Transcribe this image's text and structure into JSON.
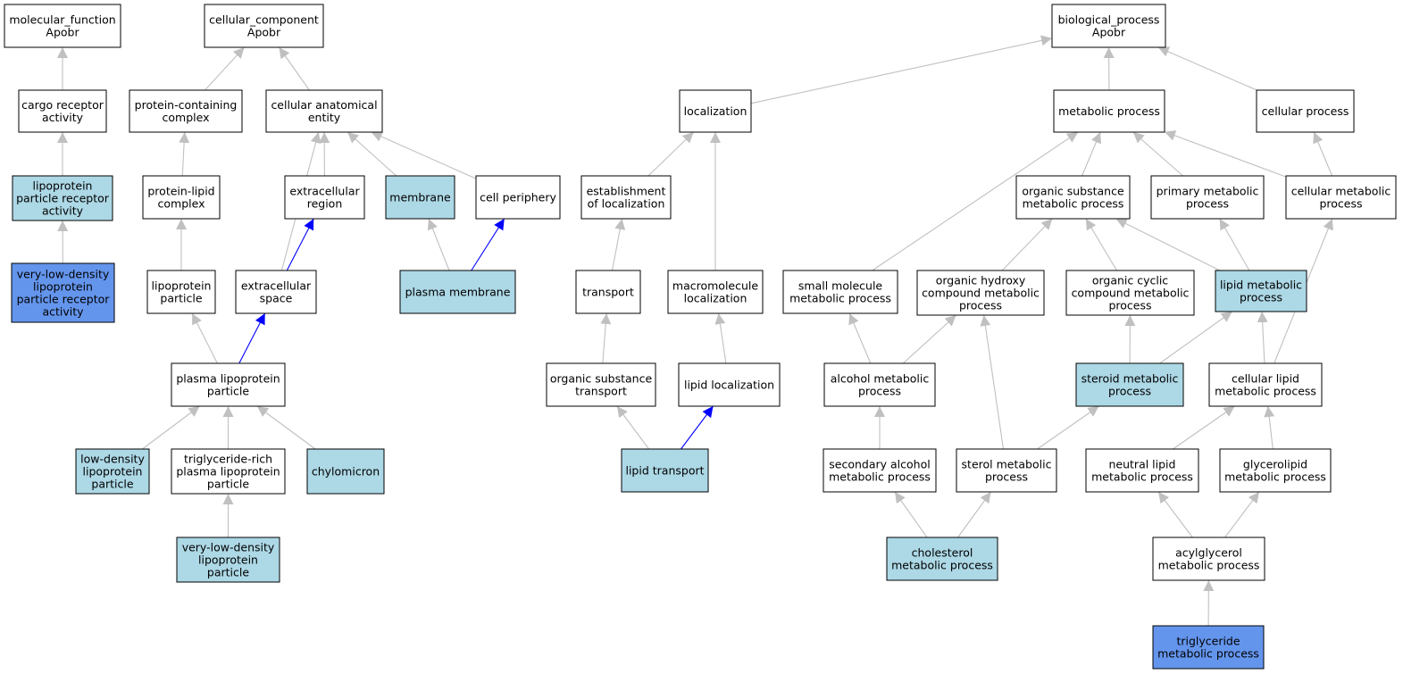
{
  "colors": {
    "plain": "#ffffff",
    "light": "#add8e6",
    "dark": "#6495ed",
    "edge_gray": "#c0c0c0",
    "edge_blue": "#0000ff"
  },
  "nodes": [
    {
      "id": "mf",
      "lines": [
        "molecular_function",
        "Apobr"
      ],
      "fill": "plain"
    },
    {
      "id": "cra",
      "lines": [
        "cargo receptor",
        "activity"
      ],
      "fill": "plain"
    },
    {
      "id": "lpra",
      "lines": [
        "lipoprotein",
        "particle receptor",
        "activity"
      ],
      "fill": "light"
    },
    {
      "id": "vldlpra",
      "lines": [
        "very-low-density",
        "lipoprotein",
        "particle receptor",
        "activity"
      ],
      "fill": "dark"
    },
    {
      "id": "cc",
      "lines": [
        "cellular_component",
        "Apobr"
      ],
      "fill": "plain"
    },
    {
      "id": "pcc",
      "lines": [
        "protein-containing",
        "complex"
      ],
      "fill": "plain"
    },
    {
      "id": "cae",
      "lines": [
        "cellular anatomical",
        "entity"
      ],
      "fill": "plain"
    },
    {
      "id": "plc",
      "lines": [
        "protein-lipid",
        "complex"
      ],
      "fill": "plain"
    },
    {
      "id": "er",
      "lines": [
        "extracellular",
        "region"
      ],
      "fill": "plain"
    },
    {
      "id": "mem",
      "lines": [
        "membrane"
      ],
      "fill": "light"
    },
    {
      "id": "cp",
      "lines": [
        "cell periphery"
      ],
      "fill": "plain"
    },
    {
      "id": "lpp",
      "lines": [
        "lipoprotein",
        "particle"
      ],
      "fill": "plain"
    },
    {
      "id": "es",
      "lines": [
        "extracellular",
        "space"
      ],
      "fill": "plain"
    },
    {
      "id": "pm",
      "lines": [
        "plasma membrane"
      ],
      "fill": "light"
    },
    {
      "id": "plpp",
      "lines": [
        "plasma lipoprotein",
        "particle"
      ],
      "fill": "plain"
    },
    {
      "id": "ldl",
      "lines": [
        "low-density",
        "lipoprotein",
        "particle"
      ],
      "fill": "light"
    },
    {
      "id": "trpl",
      "lines": [
        "triglyceride-rich",
        "plasma lipoprotein",
        "particle"
      ],
      "fill": "plain"
    },
    {
      "id": "chylo",
      "lines": [
        "chylomicron"
      ],
      "fill": "light"
    },
    {
      "id": "vldl",
      "lines": [
        "very-low-density",
        "lipoprotein",
        "particle"
      ],
      "fill": "light"
    },
    {
      "id": "bp",
      "lines": [
        "biological_process",
        "Apobr"
      ],
      "fill": "plain"
    },
    {
      "id": "loc",
      "lines": [
        "localization"
      ],
      "fill": "plain"
    },
    {
      "id": "mp",
      "lines": [
        "metabolic process"
      ],
      "fill": "plain"
    },
    {
      "id": "cellp",
      "lines": [
        "cellular process"
      ],
      "fill": "plain"
    },
    {
      "id": "eol",
      "lines": [
        "establishment",
        "of localization"
      ],
      "fill": "plain"
    },
    {
      "id": "osmp",
      "lines": [
        "organic substance",
        "metabolic process"
      ],
      "fill": "plain"
    },
    {
      "id": "pmp",
      "lines": [
        "primary metabolic",
        "process"
      ],
      "fill": "plain"
    },
    {
      "id": "cmp",
      "lines": [
        "cellular metabolic",
        "process"
      ],
      "fill": "plain"
    },
    {
      "id": "trans",
      "lines": [
        "transport"
      ],
      "fill": "plain"
    },
    {
      "id": "macl",
      "lines": [
        "macromolecule",
        "localization"
      ],
      "fill": "plain"
    },
    {
      "id": "smmp",
      "lines": [
        "small molecule",
        "metabolic process"
      ],
      "fill": "plain"
    },
    {
      "id": "ohcmp",
      "lines": [
        "organic hydroxy",
        "compound metabolic",
        "process"
      ],
      "fill": "plain"
    },
    {
      "id": "occmp",
      "lines": [
        "organic cyclic",
        "compound metabolic",
        "process"
      ],
      "fill": "plain"
    },
    {
      "id": "lmp",
      "lines": [
        "lipid metabolic",
        "process"
      ],
      "fill": "light"
    },
    {
      "id": "ost",
      "lines": [
        "organic substance",
        "transport"
      ],
      "fill": "plain"
    },
    {
      "id": "ll",
      "lines": [
        "lipid localization"
      ],
      "fill": "plain"
    },
    {
      "id": "amp",
      "lines": [
        "alcohol metabolic",
        "process"
      ],
      "fill": "plain"
    },
    {
      "id": "stmp",
      "lines": [
        "steroid metabolic",
        "process"
      ],
      "fill": "light"
    },
    {
      "id": "clmp",
      "lines": [
        "cellular lipid",
        "metabolic process"
      ],
      "fill": "plain"
    },
    {
      "id": "lt",
      "lines": [
        "lipid transport"
      ],
      "fill": "light"
    },
    {
      "id": "samp",
      "lines": [
        "secondary alcohol",
        "metabolic process"
      ],
      "fill": "plain"
    },
    {
      "id": "sterol",
      "lines": [
        "sterol metabolic",
        "process"
      ],
      "fill": "plain"
    },
    {
      "id": "nlmp",
      "lines": [
        "neutral lipid",
        "metabolic process"
      ],
      "fill": "plain"
    },
    {
      "id": "glmp",
      "lines": [
        "glycerolipid",
        "metabolic process"
      ],
      "fill": "plain"
    },
    {
      "id": "chol",
      "lines": [
        "cholesterol",
        "metabolic process"
      ],
      "fill": "light"
    },
    {
      "id": "agmp",
      "lines": [
        "acylglycerol",
        "metabolic process"
      ],
      "fill": "plain"
    },
    {
      "id": "tgmp",
      "lines": [
        "triglyceride",
        "metabolic process"
      ],
      "fill": "dark"
    }
  ],
  "edges": [
    {
      "from": "cra",
      "to": "mf",
      "color": "gray"
    },
    {
      "from": "lpra",
      "to": "cra",
      "color": "gray"
    },
    {
      "from": "vldlpra",
      "to": "lpra",
      "color": "gray"
    },
    {
      "from": "pcc",
      "to": "cc",
      "color": "gray"
    },
    {
      "from": "cae",
      "to": "cc",
      "color": "gray"
    },
    {
      "from": "plc",
      "to": "pcc",
      "color": "gray"
    },
    {
      "from": "lpp",
      "to": "plc",
      "color": "gray"
    },
    {
      "from": "plpp",
      "to": "lpp",
      "color": "gray"
    },
    {
      "from": "er",
      "to": "cae",
      "color": "gray"
    },
    {
      "from": "mem",
      "to": "cae",
      "color": "gray"
    },
    {
      "from": "cp",
      "to": "cae",
      "color": "gray"
    },
    {
      "from": "es",
      "to": "cae",
      "color": "gray"
    },
    {
      "from": "es",
      "to": "er",
      "color": "blue"
    },
    {
      "from": "pm",
      "to": "mem",
      "color": "gray"
    },
    {
      "from": "pm",
      "to": "cp",
      "color": "blue"
    },
    {
      "from": "plpp",
      "to": "es",
      "color": "blue"
    },
    {
      "from": "ldl",
      "to": "plpp",
      "color": "gray"
    },
    {
      "from": "trpl",
      "to": "plpp",
      "color": "gray"
    },
    {
      "from": "chylo",
      "to": "plpp",
      "color": "gray"
    },
    {
      "from": "vldl",
      "to": "trpl",
      "color": "gray"
    },
    {
      "from": "loc",
      "to": "bp",
      "color": "gray"
    },
    {
      "from": "mp",
      "to": "bp",
      "color": "gray"
    },
    {
      "from": "cellp",
      "to": "bp",
      "color": "gray"
    },
    {
      "from": "eol",
      "to": "loc",
      "color": "gray"
    },
    {
      "from": "macl",
      "to": "loc",
      "color": "gray"
    },
    {
      "from": "trans",
      "to": "eol",
      "color": "gray"
    },
    {
      "from": "ost",
      "to": "trans",
      "color": "gray"
    },
    {
      "from": "ll",
      "to": "macl",
      "color": "gray"
    },
    {
      "from": "lt",
      "to": "ost",
      "color": "gray"
    },
    {
      "from": "lt",
      "to": "ll",
      "color": "blue"
    },
    {
      "from": "osmp",
      "to": "mp",
      "color": "gray"
    },
    {
      "from": "pmp",
      "to": "mp",
      "color": "gray"
    },
    {
      "from": "cmp",
      "to": "mp",
      "color": "gray"
    },
    {
      "from": "smmp",
      "to": "mp",
      "color": "gray"
    },
    {
      "from": "cmp",
      "to": "cellp",
      "color": "gray"
    },
    {
      "from": "ohcmp",
      "to": "osmp",
      "color": "gray"
    },
    {
      "from": "occmp",
      "to": "osmp",
      "color": "gray"
    },
    {
      "from": "lmp",
      "to": "osmp",
      "color": "gray"
    },
    {
      "from": "lmp",
      "to": "pmp",
      "color": "gray"
    },
    {
      "from": "clmp",
      "to": "cmp",
      "color": "gray"
    },
    {
      "from": "amp",
      "to": "smmp",
      "color": "gray"
    },
    {
      "from": "amp",
      "to": "ohcmp",
      "color": "gray"
    },
    {
      "from": "sterol",
      "to": "ohcmp",
      "color": "gray"
    },
    {
      "from": "stmp",
      "to": "occmp",
      "color": "gray"
    },
    {
      "from": "stmp",
      "to": "lmp",
      "color": "gray"
    },
    {
      "from": "clmp",
      "to": "lmp",
      "color": "gray"
    },
    {
      "from": "samp",
      "to": "amp",
      "color": "gray"
    },
    {
      "from": "sterol",
      "to": "stmp",
      "color": "gray"
    },
    {
      "from": "nlmp",
      "to": "clmp",
      "color": "gray"
    },
    {
      "from": "glmp",
      "to": "clmp",
      "color": "gray"
    },
    {
      "from": "chol",
      "to": "samp",
      "color": "gray"
    },
    {
      "from": "chol",
      "to": "sterol",
      "color": "gray"
    },
    {
      "from": "agmp",
      "to": "nlmp",
      "color": "gray"
    },
    {
      "from": "agmp",
      "to": "glmp",
      "color": "gray"
    },
    {
      "from": "tgmp",
      "to": "agmp",
      "color": "gray"
    }
  ]
}
